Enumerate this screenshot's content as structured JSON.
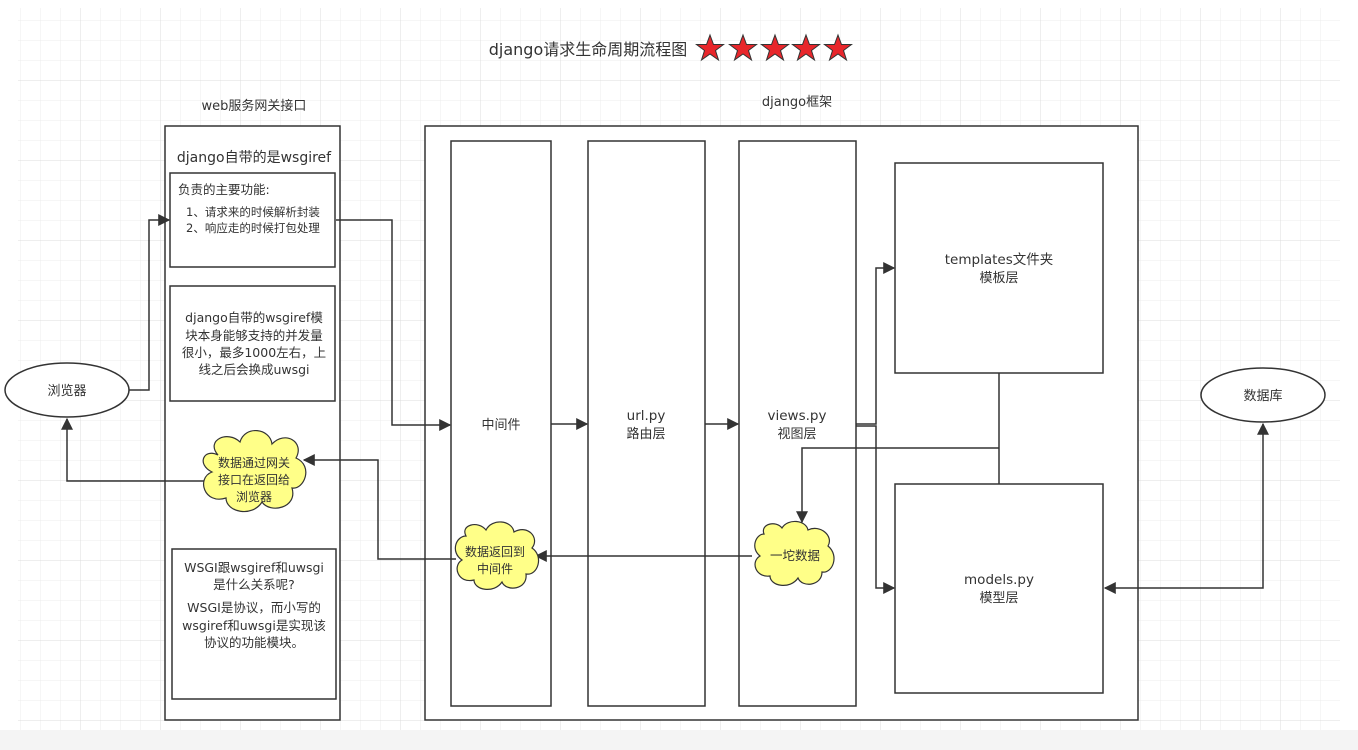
{
  "title": "django请求生命周期流程图",
  "rating_stars": 5,
  "colors": {
    "star_fill": "#e8262b",
    "cloud_fill": "#ffff88",
    "line": "#333333",
    "grid": "#e6e6e6"
  },
  "gateway": {
    "label": "web服务网关接口",
    "subtitle": "django自带的是wsgiref",
    "duties_title": "负责的主要功能:",
    "duties": [
      "1、请求来的时候解析封装",
      "2、响应走的时候打包处理"
    ],
    "note_lines": [
      "django自带的wsgiref模",
      "块本身能够支持的并发量",
      "很小，最多1000左右，上",
      "线之后会换成uwsgi"
    ],
    "wsgi_question": [
      "WSGI跟wsgiref和uwsgi",
      "是什么关系呢?"
    ],
    "wsgi_answer": [
      "WSGI是协议，而小写的",
      "wsgiref和uwsgi是实现该",
      "协议的功能模块。"
    ]
  },
  "framework": {
    "label": "django框架",
    "middleware": "中间件",
    "url_layer": [
      "url.py",
      "路由层"
    ],
    "views_layer": [
      "views.py",
      "视图层"
    ],
    "templates_layer": [
      "templates文件夹",
      "模板层"
    ],
    "models_layer": [
      "models.py",
      "模型层"
    ]
  },
  "browser": "浏览器",
  "database": "数据库",
  "clouds": {
    "gateway_return": [
      "数据通过网关",
      "接口在返回给",
      "浏览器"
    ],
    "middleware_return": [
      "数据返回到",
      "中间件"
    ],
    "data_blob": [
      "一坨数据"
    ]
  }
}
